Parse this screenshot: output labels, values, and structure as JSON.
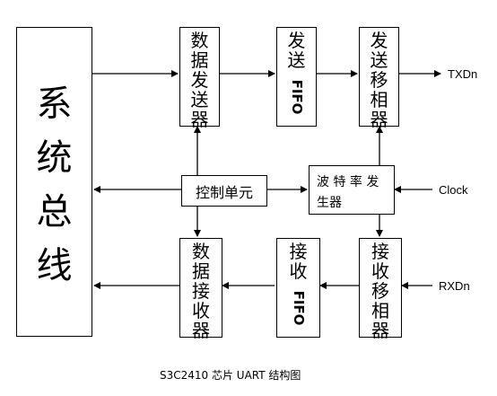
{
  "blocks": {
    "system_bus": [
      "系",
      "统",
      "总",
      "线"
    ],
    "data_send": [
      "数",
      "据",
      "发",
      "送",
      "器"
    ],
    "send_fifo": {
      "chars": [
        "发",
        "送"
      ],
      "fifo": "FIFO"
    },
    "send_shift": [
      "发",
      "送",
      "移",
      "相",
      "器"
    ],
    "controller": "控制单元",
    "baud_gen": {
      "line1": "波 特 率 发",
      "line2": "生器"
    },
    "data_recv": [
      "数",
      "据",
      "接",
      "收",
      "器"
    ],
    "recv_fifo": {
      "chars": [
        "接",
        "收"
      ],
      "fifo": "FIFO"
    },
    "recv_shift": [
      "接",
      "收",
      "移",
      "相",
      "器"
    ]
  },
  "signals": {
    "txd": "TXDn",
    "clock": "Clock",
    "rxd": "RXDn"
  },
  "caption": "S3C2410 芯片 UART 结构图"
}
